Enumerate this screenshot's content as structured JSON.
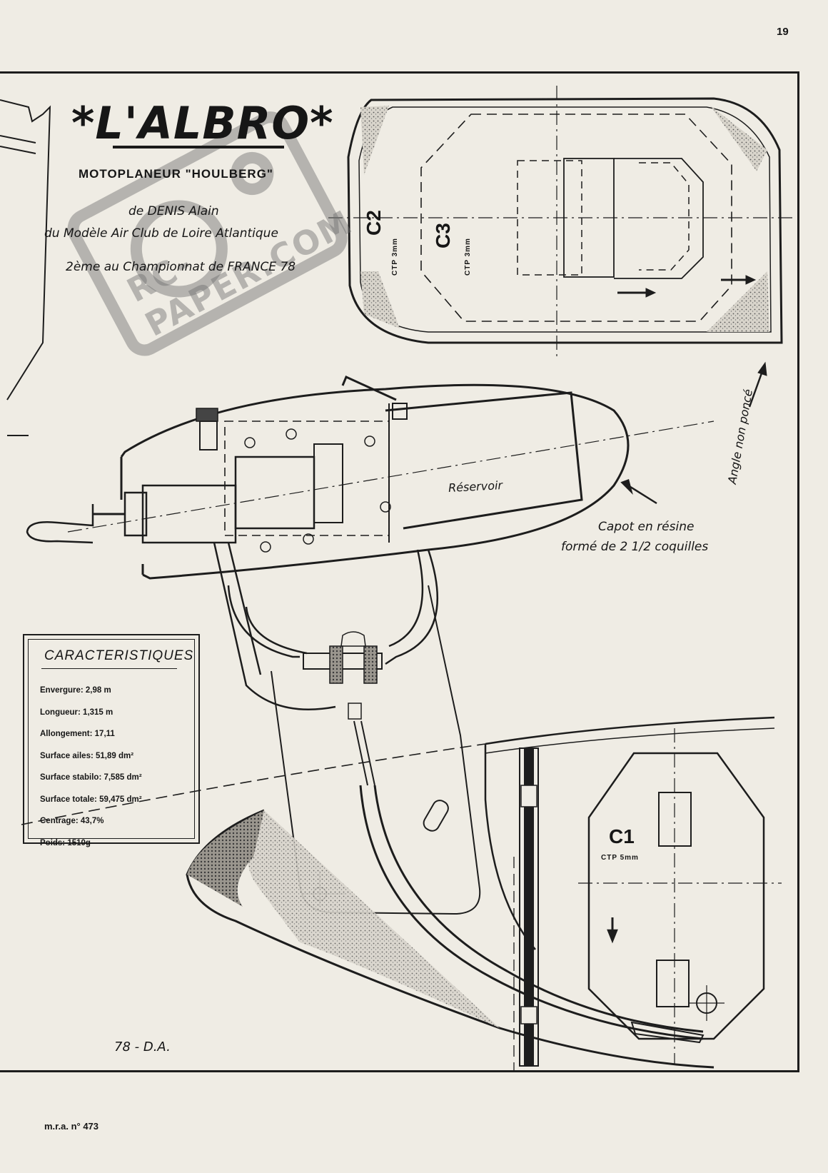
{
  "page_number": "19",
  "title": "*L'ALBRO*",
  "subtitle": "MOTOPLANEUR \"HOULBERG\"",
  "author_line": "de DENIS Alain",
  "club_line": "du Modèle Air Club de Loire Atlantique",
  "rank_line": "2ème au Championnat de FRANCE 78",
  "watermark": "RC-PAPER.COM",
  "specs": {
    "title": "CARACTERISTIQUES",
    "items": [
      "Envergure: 2,98 m",
      "Longueur: 1,315 m",
      "Allongement: 17,11",
      "Surface ailes: 51,89 dm²",
      "Surface stabilo: 7,585 dm²",
      "Surface totale: 59,475 dm²",
      "Centrage: 43,7%",
      "Poids: 1510g"
    ]
  },
  "parts": {
    "c2": "C2",
    "c2_sub": "CTP 3mm",
    "c3": "C3",
    "c3_sub": "CTP 3mm",
    "c1": "C1",
    "c1_sub": "CTP 5mm"
  },
  "annotations": {
    "reservoir": "Réservoir",
    "capot_line1": "Capot en résine",
    "capot_line2": "formé de 2 1/2 coquilles",
    "angle": "Angle non poncé"
  },
  "signature": "78 - D.A.",
  "magazine": "m.r.a. n° 473"
}
